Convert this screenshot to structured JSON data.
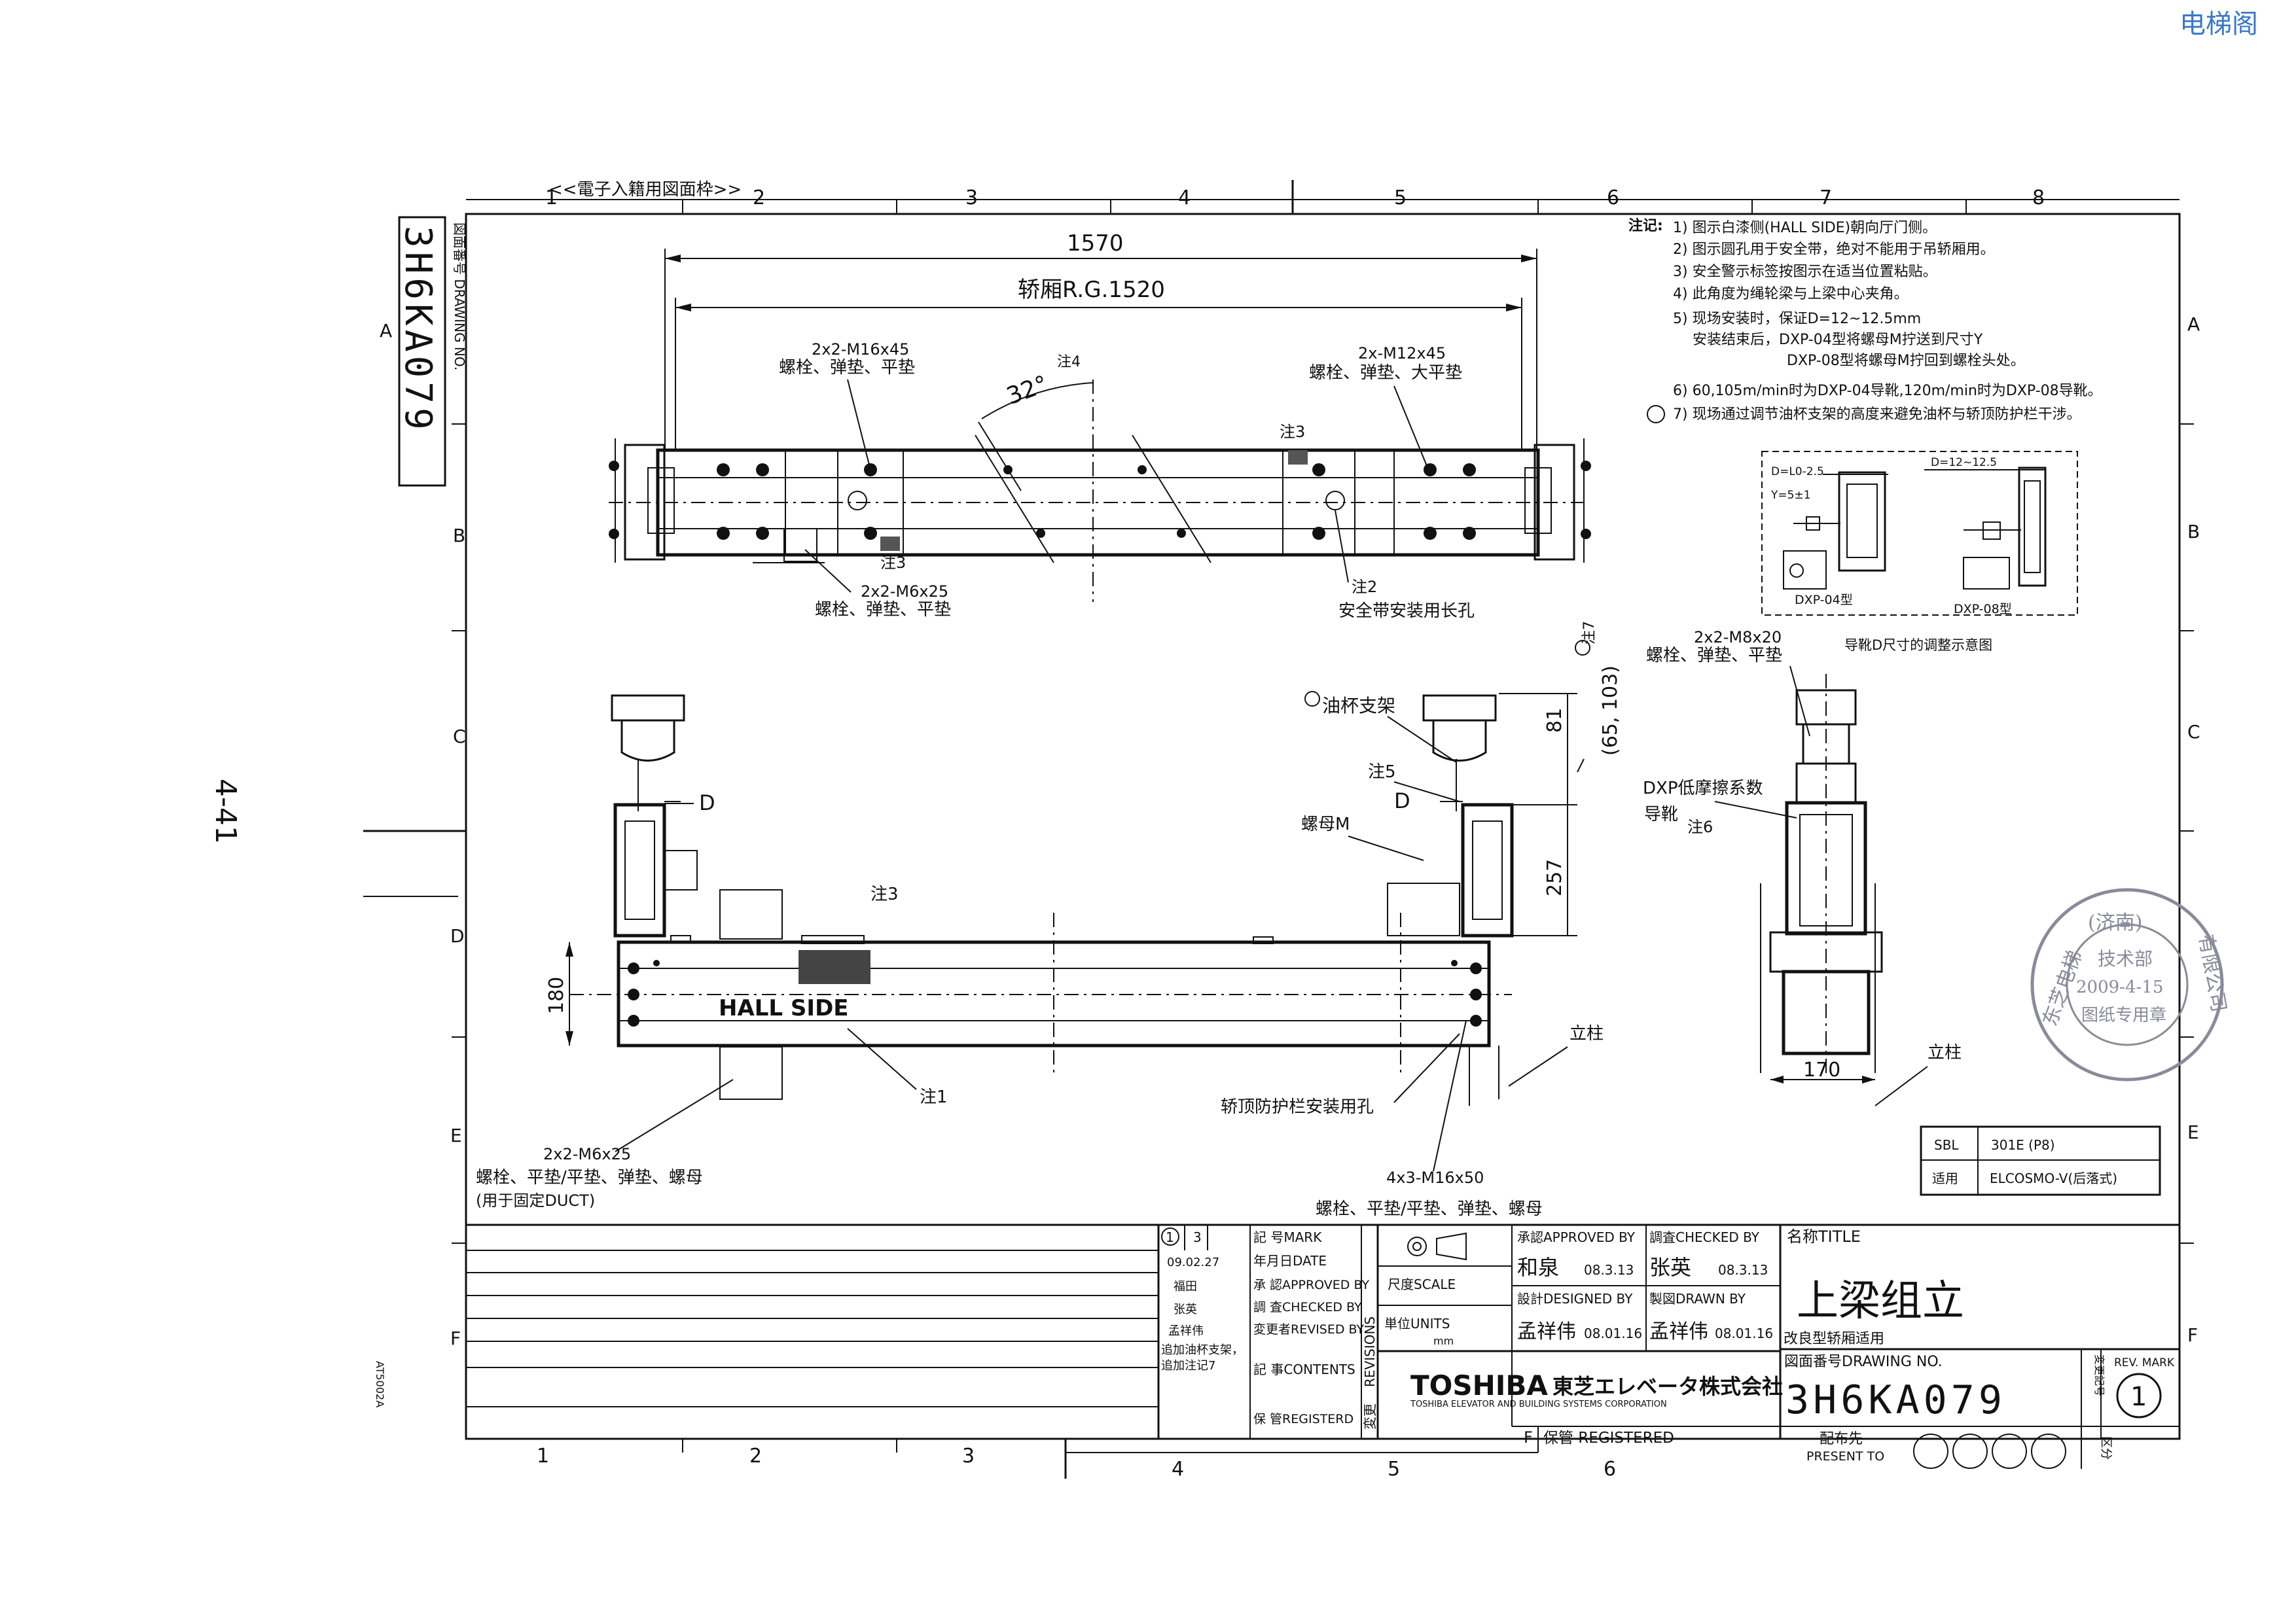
{
  "watermark": "电梯阁",
  "side_number": "4-41",
  "side_code": "AT5002A",
  "frame_caption": "<<電子入籍用図面枠>>",
  "column_labels": [
    "1",
    "2",
    "3",
    "4",
    "5",
    "6",
    "7",
    "8"
  ],
  "row_labels": [
    "A",
    "B",
    "C",
    "D",
    "E",
    "F"
  ],
  "drawing_no_box": {
    "label": "図面番号 DRAWING NO.",
    "value": "3H6KA079"
  },
  "notes": {
    "heading": "注记:",
    "items": [
      "1) 图示白漆侧(HALL SIDE)朝向厅门侧。",
      "2) 图示圆孔用于安全带，绝对不能用于吊轿厢用。",
      "3) 安全警示标签按图示在适当位置粘贴。",
      "4) 此角度为绳轮梁与上梁中心夹角。",
      "5) 现场安装时，保证D=12~12.5mm",
      "安装结束后，DXP-04型将螺母M拧送到尺寸Y",
      "DXP-08型将螺母M拧回到螺栓头处。",
      "6) 60,105m/min时为DXP-04导靴,120m/min时为DXP-08导靴。",
      "7) 现场通过调节油杯支架的高度来避免油杯与轿顶防护栏干涉。"
    ]
  },
  "detail_box": {
    "left_dim1": "D=L0-2.5",
    "left_dim2": "Y=5±1",
    "right_dim": "D=12~12.5",
    "left_label": "DXP-04型",
    "right_label": "DXP-08型",
    "caption": "导靴D尺寸的调整示意图"
  },
  "top_view": {
    "dim_overall": "1570",
    "dim_car": "轿厢R.G.1520",
    "angle": "32°",
    "angle_note": "注4",
    "callout_left_title": "2x2-M16x45",
    "callout_left_body": "螺栓、弹垫、平垫",
    "callout_right_title": "2x-M12x45",
    "callout_right_body": "螺栓、弹垫、大平垫",
    "note3_top": "注3",
    "note3_bottom": "注3",
    "callout_m6_title": "2x2-M6x25",
    "callout_m6_body": "螺栓、弹垫、平垫",
    "note2": "注2",
    "note2_desc": "安全带安装用长孔"
  },
  "front_view": {
    "oil_cup": "油杯支架",
    "note7": "注7",
    "dim_65_103": "(65, 103)",
    "dim_81": "81",
    "dim_257": "257",
    "dim_180": "180",
    "note5": "注5",
    "d_left": "D",
    "d_right": "D",
    "nut_m": "螺母M",
    "note3": "注3",
    "hall_side": "HALL  SIDE",
    "note1": "注1",
    "guardrail": "轿顶防护栏安装用孔",
    "pillar_a": "立柱",
    "pillar_b": "立柱",
    "m8_title": "2x2-M8x20",
    "m8_body": "螺栓、弹垫、平垫",
    "bottom_left_title": "2x2-M6x25",
    "bottom_left_body": "螺栓、平垫/平垫、弹垫、螺母",
    "bottom_left_note": "(用于固定DUCT)",
    "bottom_mid_title": "4x3-M16x50",
    "bottom_mid_body": "螺栓、平垫/平垫、弹垫、螺母"
  },
  "side_view": {
    "dxp_label": "DXP低摩擦系数",
    "dxp_label2": "导靴",
    "note6": "注6",
    "dim_170": "170"
  },
  "apply_table": {
    "row1": [
      "SBL",
      "301E  (P8)"
    ],
    "row2": [
      "适用",
      "ELCOSMO-V(后落式)"
    ]
  },
  "stamp": {
    "top": "(济南)",
    "mid": "技术部",
    "date": "2009-4-15",
    "bottom": "图纸专用章",
    "left": "东芝电梯",
    "right": "有限公司"
  },
  "title_block": {
    "rev_mark": "1",
    "rev_count": "3",
    "rev_date": "09.02.27",
    "rev_approved": "福田",
    "rev_checked": "张英",
    "rev_revised": "孟祥伟",
    "rev_contents": "追加油杯支架，追加注记7",
    "labels": {
      "mark": "記 号MARK",
      "date": "年月日DATE",
      "approved": "承 認APPROVED BY",
      "checked": "調 査CHECKED BY",
      "revised": "変更者REVISED BY",
      "contents": "記 事CONTENTS",
      "registered": "保 管REGISTERD",
      "revisions": "REVISIONS",
      "revisions_cn": "変更"
    },
    "scale_label": "尺度SCALE",
    "units_label": "単位UNITS",
    "units_value": "mm",
    "approved_by_label": "承認APPROVED BY",
    "approved_by_name": "和泉",
    "approved_by_date": "08.3.13",
    "checked_by_label": "調査CHECKED BY",
    "checked_by_name": "张英",
    "checked_by_date": "08.3.13",
    "designed_by_label": "設計DESIGNED BY",
    "designed_by_name": "孟祥伟",
    "designed_by_date": "08.01.16",
    "drawn_by_label": "製図DRAWN BY",
    "drawn_by_name": "孟祥伟",
    "drawn_by_date": "08.01.16",
    "title_label": "名称TITLE",
    "title": "上梁组立",
    "subtitle": "改良型轿厢适用",
    "company_logo": "TOSHIBA",
    "company_jp": "東芝エレベータ株式会社",
    "company_en": "TOSHIBA ELEVATOR AND BUILDING SYSTEMS CORPORATION",
    "drawing_no_label": "図面番号DRAWING NO.",
    "drawing_no": "3H6KA079",
    "rev_mark_label": "REV. MARK",
    "rev_mark_side": "変更記号",
    "rev_mark_value": "1",
    "registered_label": "保管 REGISTERED",
    "registered_code": "F",
    "present_to_cn": "配布先",
    "present_to_en": "PRESENT TO",
    "distribution_side": "区分"
  }
}
